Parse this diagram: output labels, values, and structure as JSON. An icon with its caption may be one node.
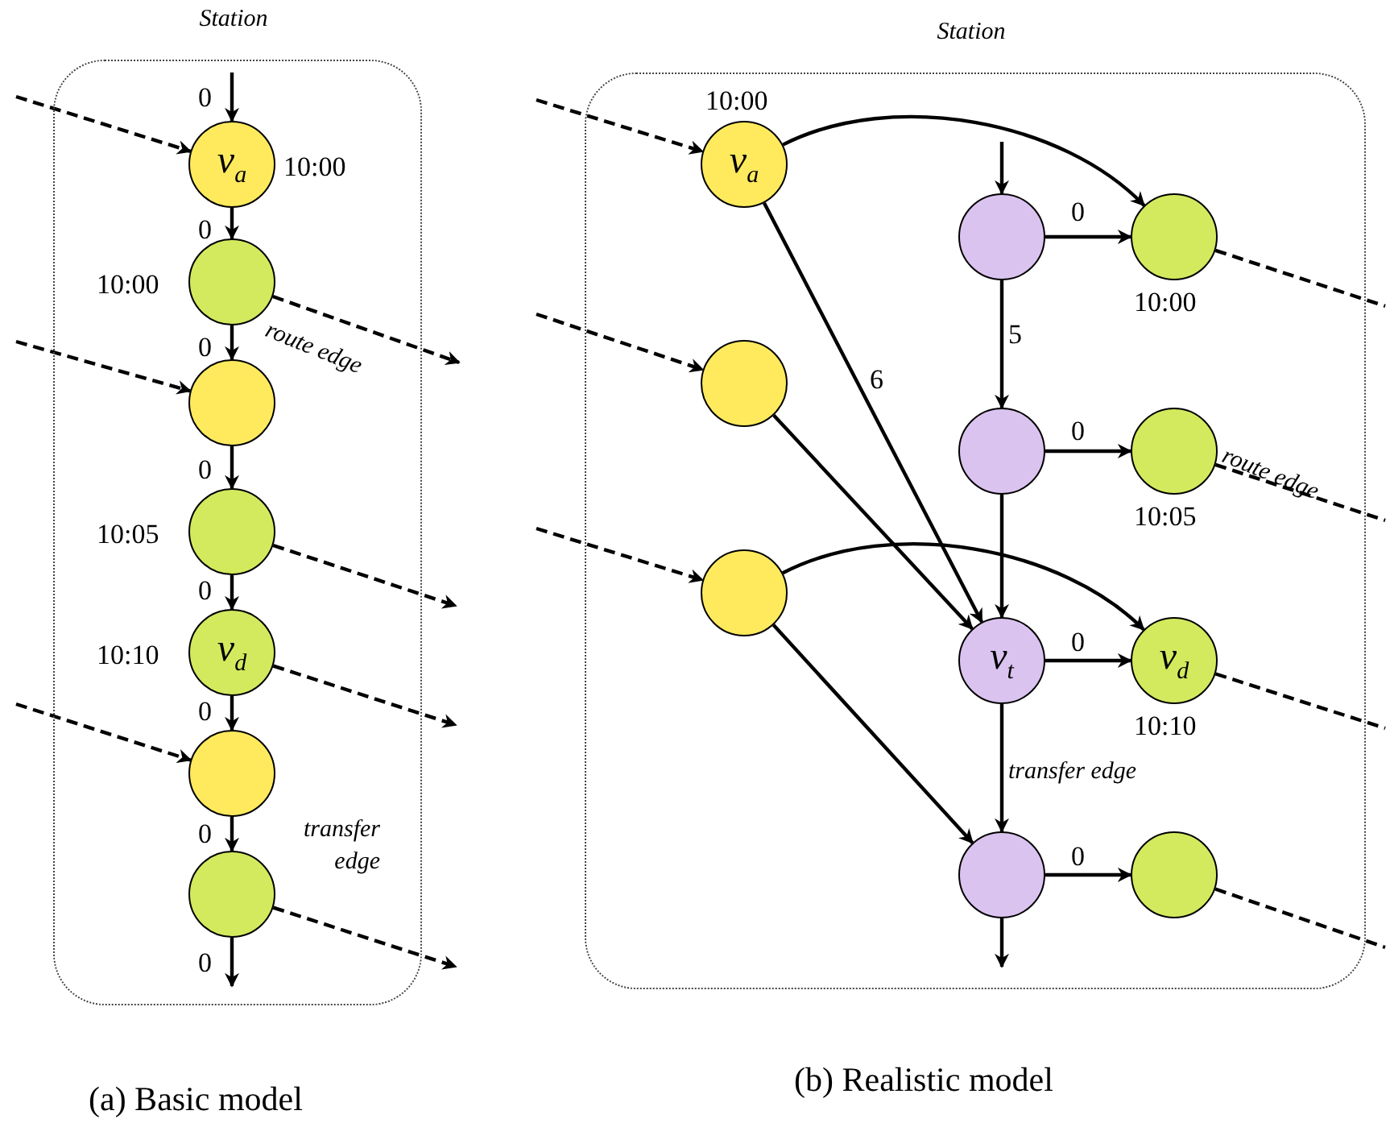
{
  "diagram": {
    "nodes": [
      {
        "text": [
          "Station"
        ]
      },
      {
        "text": [
          "v$_{a}$"
        ],
        "in": 0,
        "beside": [
          "10:00"
        ]
      },
      {
        "text": [],
        "shape": "circle",
        "in": 0,
        "beside": [
          "10:00"
        ]
      },
      {
        "text": [],
        "shape": "circle",
        "in": 0
      },
      {
        "text": [],
        "shape": "circle",
        "in": 0,
        "beside": [
          "10:05"
        ]
      },
      {
        "text": [
          "v$_{d}$"
        ],
        "in": 0,
        "beside": [
          "10:10"
        ]
      },
      {
        "text": [],
        "shape": "circle",
        "in": 0
      },
      {
        "text": [],
        "shape": "circle",
        "in": 0
      },
      {
        "text": [
          "Station"
        ]
      },
      {
        "text": [
          "v$_{a}$"
        ],
        "in": 8,
        "beside": [
          "10:00"
        ]
      },
      {
        "text": [],
        "shape": "circle",
        "in": 8
      },
      {
        "text": [],
        "shape": "circle",
        "in": 8
      },
      {
        "text": [],
        "shape": "circle",
        "in": 8
      },
      {
        "text": [],
        "shape": "circle",
        "in": 8,
        "beside": [
          "10:00"
        ]
      },
      {
        "text": [],
        "shape": "circle",
        "in": 8
      },
      {
        "text": [],
        "shape": "circle",
        "in": 8,
        "beside": [
          "10:05"
        ]
      },
      {
        "text": [
          "v$_{t}$"
        ],
        "in": 8
      },
      {
        "text": [
          "v$_{d}$"
        ],
        "in": 8,
        "beside": [
          "10:10"
        ]
      },
      {
        "text": [],
        "shape": "circle",
        "in": 8
      },
      {
        "text": [],
        "shape": "circle",
        "in": 8
      }
    ],
    "edges": [
      {
        "from": null,
        "to": 1,
        "arrow": "to",
        "label": "0"
      },
      {
        "from": 1,
        "to": 2,
        "arrow": "to",
        "label": "0"
      },
      {
        "from": 2,
        "to": 3,
        "arrow": "to",
        "label": "0"
      },
      {
        "from": 3,
        "to": 4,
        "arrow": "to",
        "label": "0"
      },
      {
        "from": 4,
        "to": 5,
        "arrow": "to",
        "label": "0"
      },
      {
        "from": 5,
        "to": 6,
        "arrow": "to",
        "label": "0"
      },
      {
        "from": 6,
        "to": 7,
        "arrow": "to",
        "label": "0"
      },
      {
        "from": 7,
        "to": null,
        "arrow": "to",
        "label": "0"
      },
      {
        "from": null,
        "to": 1,
        "arrow": "to",
        "style": "dashed"
      },
      {
        "from": null,
        "to": 3,
        "arrow": "to",
        "style": "dashed"
      },
      {
        "from": null,
        "to": 6,
        "arrow": "to",
        "style": "dashed"
      },
      {
        "from": 2,
        "to": null,
        "arrow": "to",
        "style": "dashed",
        "label": "route edge"
      },
      {
        "from": 4,
        "to": null,
        "arrow": "to",
        "style": "dashed"
      },
      {
        "from": 5,
        "to": null,
        "arrow": "to",
        "style": "dashed"
      },
      {
        "from": 7,
        "to": null,
        "arrow": "to",
        "style": "dashed"
      },
      {
        "from": null,
        "to": 9,
        "arrow": "to",
        "style": "dashed"
      },
      {
        "from": null,
        "to": 10,
        "arrow": "to",
        "style": "dashed"
      },
      {
        "from": null,
        "to": 11,
        "arrow": "to",
        "style": "dashed"
      },
      {
        "from": 9,
        "to": 13,
        "arrow": "to"
      },
      {
        "from": 9,
        "to": 16,
        "arrow": "to",
        "label": "6"
      },
      {
        "from": 10,
        "to": 16,
        "arrow": "to"
      },
      {
        "from": null,
        "to": 12,
        "arrow": "to"
      },
      {
        "from": 12,
        "to": 13,
        "arrow": "to",
        "label": "0"
      },
      {
        "from": 12,
        "to": 14,
        "arrow": "to",
        "label": "5"
      },
      {
        "from": 13,
        "to": null,
        "arrow": "none",
        "style": "dashed"
      },
      {
        "from": 14,
        "to": 15,
        "arrow": "to",
        "label": "0"
      },
      {
        "from": 15,
        "to": null,
        "arrow": "none",
        "style": "dashed",
        "label": "route edge"
      },
      {
        "from": 14,
        "to": 16,
        "arrow": "to"
      },
      {
        "from": 11,
        "to": 17,
        "arrow": "to"
      },
      {
        "from": 11,
        "to": 18,
        "arrow": "to"
      },
      {
        "from": 16,
        "to": 17,
        "arrow": "to",
        "label": "0"
      },
      {
        "from": 16,
        "to": 18,
        "arrow": "to",
        "label": "transfer edge"
      },
      {
        "from": 17,
        "to": null,
        "arrow": "none",
        "style": "dashed"
      },
      {
        "from": 18,
        "to": 19,
        "arrow": "to",
        "label": "0"
      },
      {
        "from": 18,
        "to": null,
        "arrow": "to"
      },
      {
        "from": 19,
        "to": null,
        "arrow": "none",
        "style": "dashed"
      }
    ],
    "labels": [
      "transfer edge",
      "(a) Basic model",
      "(b) Realistic model"
    ]
  }
}
